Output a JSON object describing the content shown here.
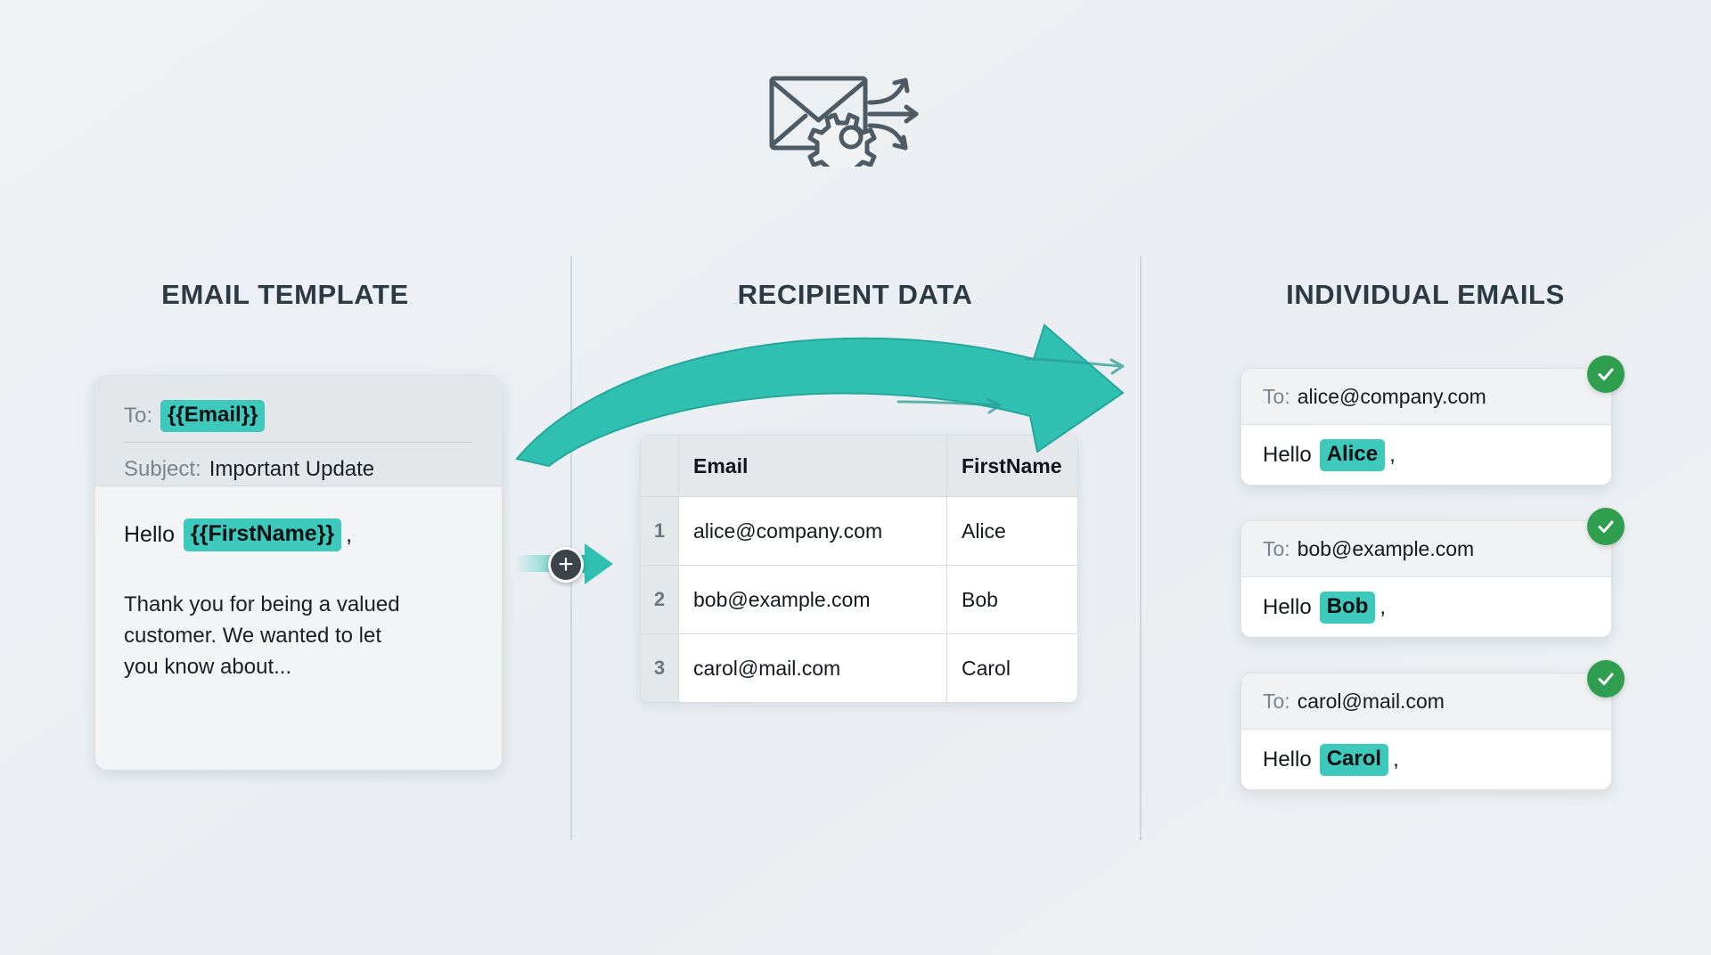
{
  "header": {
    "icon": "email-merge-icon",
    "envelope_icon": "envelope-icon",
    "gear_icon": "gear-icon",
    "arrows_icon": "diverging-arrows-icon"
  },
  "columns": {
    "template_title": "EMAIL TEMPLATE",
    "data_title": "RECIPIENT DATA",
    "output_title": "INDIVIDUAL EMAILS"
  },
  "template": {
    "to_label": "To:",
    "to_token": "{{Email}}",
    "subject_label": "Subject:",
    "subject_value": "Important Update",
    "greeting_word": "Hello",
    "greeting_token": "{{FirstName}}",
    "greeting_comma": ",",
    "body": "Thank you for being a valued customer. We wanted to let you know about..."
  },
  "connector": {
    "plus_label": "+",
    "merge_arrow": "merge-arrow-icon"
  },
  "recipients": {
    "headers": [
      "",
      "Email",
      "FirstName"
    ],
    "rows": [
      {
        "index": "1",
        "email": "alice@company.com",
        "first_name": "Alice"
      },
      {
        "index": "2",
        "email": "bob@example.com",
        "first_name": "Bob"
      },
      {
        "index": "3",
        "email": "carol@mail.com",
        "first_name": "Carol"
      }
    ]
  },
  "outputs": [
    {
      "to_label": "To:",
      "to_value": "alice@company.com",
      "greeting_word": "Hello",
      "name": "Alice",
      "comma": ",",
      "status": "sent"
    },
    {
      "to_label": "To:",
      "to_value": "bob@example.com",
      "greeting_word": "Hello",
      "name": "Bob",
      "comma": ",",
      "status": "sent"
    },
    {
      "to_label": "To:",
      "to_value": "carol@mail.com",
      "greeting_word": "Hello",
      "name": "Carol",
      "comma": ",",
      "status": "sent"
    }
  ],
  "colors": {
    "background": "#eef2f5",
    "accent_teal": "#3ec9bd",
    "arrow_teal": "#2bbbad",
    "success_green": "#2f9e4f",
    "title_dark": "#2d3943",
    "muted_text": "#7b858e",
    "card_header": "#e3e7ea"
  }
}
